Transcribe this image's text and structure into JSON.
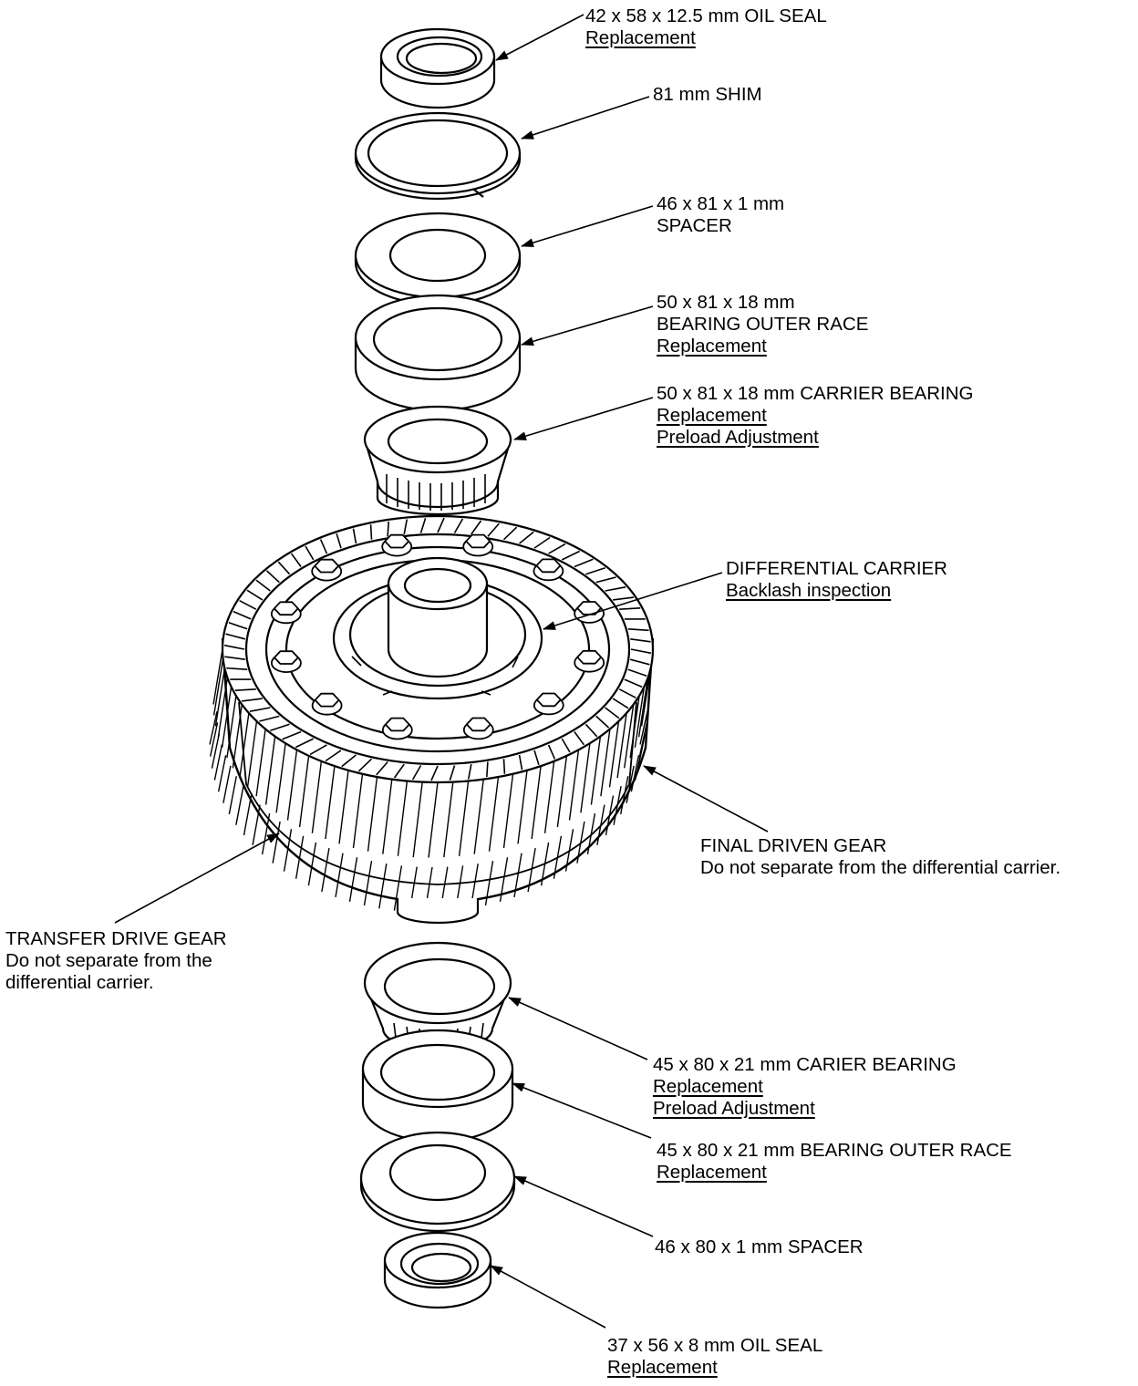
{
  "labels": {
    "oil_seal_top": {
      "name": "42 x 58 x 12.5 mm OIL SEAL",
      "note": "Replacement"
    },
    "shim": {
      "name": "81 mm SHIM"
    },
    "spacer_top": {
      "line1": "46 x 81 x 1 mm",
      "line2": "SPACER"
    },
    "outer_race_top": {
      "line1": "50 x 81 x 18 mm",
      "line2": "BEARING OUTER RACE",
      "note": "Replacement"
    },
    "carrier_bearing_top": {
      "name": "50 x 81 x 18 mm CARRIER BEARING",
      "note1": "Replacement",
      "note2": "Preload Adjustment"
    },
    "differential_carrier": {
      "name": "DIFFERENTIAL CARRIER",
      "note": "Backlash inspection"
    },
    "final_driven_gear": {
      "name": "FINAL DRIVEN GEAR",
      "note": "Do not separate from the differential carrier."
    },
    "transfer_drive_gear": {
      "name": "TRANSFER DRIVE GEAR",
      "note1": "Do not separate from the",
      "note2": "differential carrier."
    },
    "carrier_bearing_bottom": {
      "name": "45 x 80 x 21 mm CARIER BEARING",
      "note1": "Replacement",
      "note2": "Preload Adjustment"
    },
    "outer_race_bottom": {
      "name": "45 x 80 x 21 mm BEARING OUTER RACE",
      "note": "Replacement"
    },
    "spacer_bottom": {
      "name": "46 x 80 x 1 mm SPACER"
    },
    "oil_seal_bottom": {
      "name": "37 x 56 x 8 mm OIL SEAL",
      "note": "Replacement"
    }
  }
}
